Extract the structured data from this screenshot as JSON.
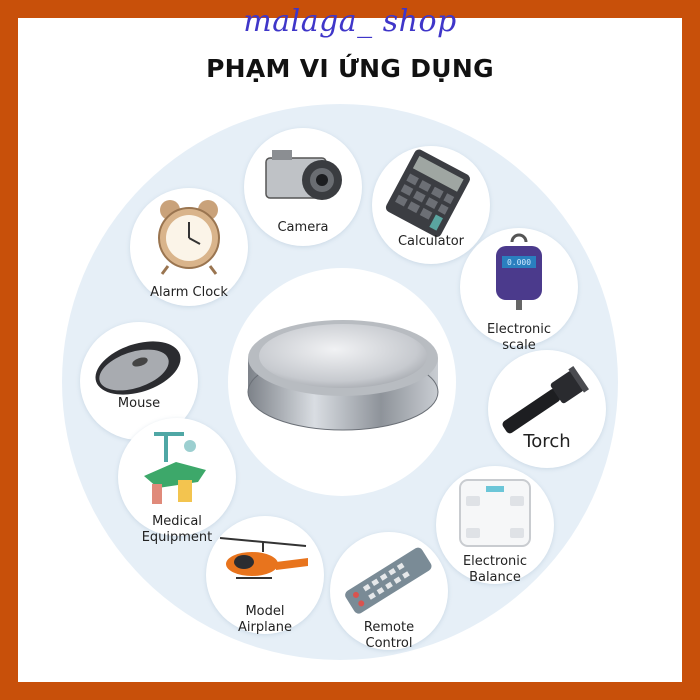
{
  "brand": "malaga_ shop",
  "title": "PHẠM VI ỨNG DỤNG",
  "colors": {
    "border": "#c8500a",
    "ring": "#e6eff7",
    "brand": "#3f36c9"
  },
  "items": [
    {
      "icon": "camera-icon",
      "lines": [
        "Camera"
      ]
    },
    {
      "icon": "calculator-icon",
      "lines": [
        "Calculator"
      ]
    },
    {
      "icon": "alarm-clock-icon",
      "lines": [
        "Alarm Clock"
      ]
    },
    {
      "icon": "electronic-scale-icon",
      "lines": [
        "Electronic",
        "scale"
      ]
    },
    {
      "icon": "mouse-icon",
      "lines": [
        "Mouse"
      ]
    },
    {
      "icon": "torch-icon",
      "lines": [
        "Torch"
      ]
    },
    {
      "icon": "medical-equipment-icon",
      "lines": [
        "Medical",
        "Equipment"
      ]
    },
    {
      "icon": "electronic-balance-icon",
      "lines": [
        "Electronic",
        "Balance"
      ]
    },
    {
      "icon": "model-airplane-icon",
      "lines": [
        "Model",
        "Airplane"
      ]
    },
    {
      "icon": "remote-control-icon",
      "lines": [
        "Remote",
        "Control"
      ]
    }
  ],
  "center_icon": "coin-battery-icon"
}
